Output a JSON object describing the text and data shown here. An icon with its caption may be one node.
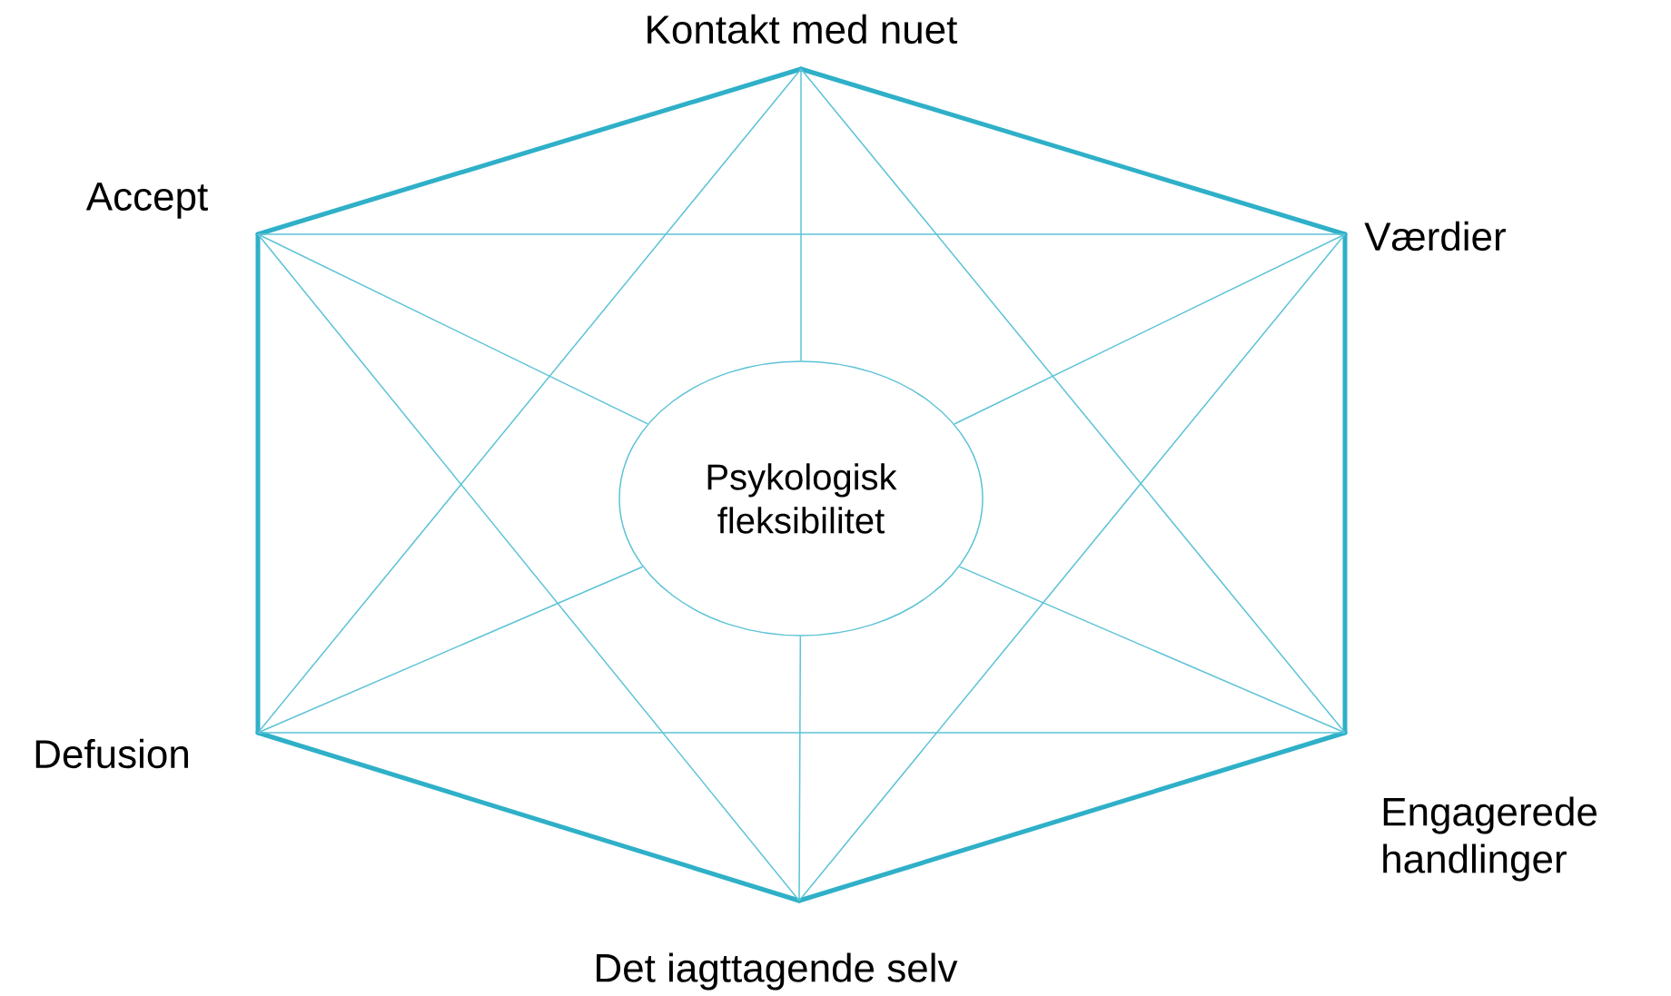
{
  "diagram": {
    "nodes": [
      {
        "text": [
          "Kontakt med nuet"
        ]
      },
      {
        "text": [
          "Accept"
        ]
      },
      {
        "text": [
          "Værdier"
        ]
      },
      {
        "text": [
          "Defusion"
        ]
      },
      {
        "text": [
          "Engagerede handlinger"
        ]
      },
      {
        "text": [
          "Det iagttagende selv"
        ]
      },
      {
        "text": [
          "Psykologisk fleksibilitet"
        ]
      }
    ],
    "edges": [
      {
        "from": 0,
        "to": 2,
        "arrow": "none",
        "style": "thick"
      },
      {
        "from": 2,
        "to": 4,
        "arrow": "none",
        "style": "thick"
      },
      {
        "from": 4,
        "to": 5,
        "arrow": "none",
        "style": "thick"
      },
      {
        "from": 5,
        "to": 3,
        "arrow": "none",
        "style": "thick"
      },
      {
        "from": 3,
        "to": 1,
        "arrow": "none",
        "style": "thick"
      },
      {
        "from": 1,
        "to": 0,
        "arrow": "none",
        "style": "thick"
      },
      {
        "from": 0,
        "to": 4,
        "arrow": "none"
      },
      {
        "from": 0,
        "to": 3,
        "arrow": "none"
      },
      {
        "from": 2,
        "to": 5,
        "arrow": "none"
      },
      {
        "from": 2,
        "to": 1,
        "arrow": "none"
      },
      {
        "from": 4,
        "to": 3,
        "arrow": "none"
      },
      {
        "from": 5,
        "to": 1,
        "arrow": "none"
      },
      {
        "from": 0,
        "to": 6,
        "arrow": "none"
      },
      {
        "from": 1,
        "to": 6,
        "arrow": "none"
      },
      {
        "from": 2,
        "to": 6,
        "arrow": "none"
      },
      {
        "from": 3,
        "to": 6,
        "arrow": "none"
      },
      {
        "from": 4,
        "to": 6,
        "arrow": "none"
      },
      {
        "from": 5,
        "to": 6,
        "arrow": "none"
      }
    ]
  }
}
